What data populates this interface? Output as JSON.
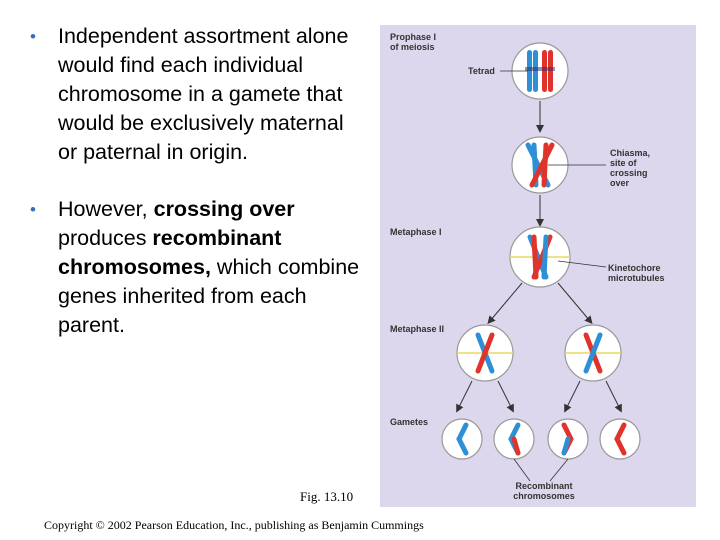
{
  "bullets": [
    {
      "parts": [
        "Independent assortment alone would find each individual chromosome in a gamete that would be exclusively maternal or paternal in origin."
      ]
    },
    {
      "parts": [
        "However, ",
        "crossing over",
        " produces ",
        "recombinant chromosomes,",
        " which combine genes inherited from each parent."
      ]
    }
  ],
  "figure": {
    "label": "Fig. 13.10",
    "copyright": "Copyright © 2002 Pearson Education, Inc., publishing as Benjamin Cummings",
    "stages": {
      "prophase_line1": "Prophase I",
      "prophase_line2": "of meiosis",
      "metaphase1": "Metaphase I",
      "metaphase2": "Metaphase II",
      "gametes": "Gametes"
    },
    "callouts": {
      "tetrad": "Tetrad",
      "chiasma_line1": "Chiasma,",
      "chiasma_line2": "site of",
      "chiasma_line3": "crossing",
      "chiasma_line4": "over",
      "kinetochore_line1": "Kinetochore",
      "kinetochore_line2": "microtubules",
      "recombinant_line1": "Recombinant",
      "recombinant_line2": "chromosomes"
    },
    "colors": {
      "panel": "#dcd7ec",
      "paternal": "#2f8fd6",
      "maternal": "#e0332b",
      "cell_fill": "#ffffff",
      "spindle": "#e8d860"
    }
  }
}
